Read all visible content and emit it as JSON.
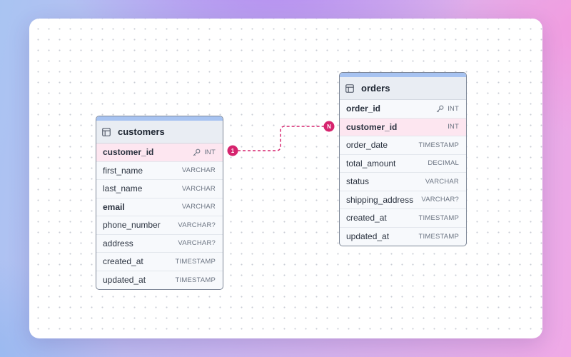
{
  "tables": {
    "customers": {
      "title": "customers",
      "columns": [
        {
          "name": "customer_id",
          "type": "INT",
          "key": true,
          "bold": true,
          "highlight": true
        },
        {
          "name": "first_name",
          "type": "VARCHAR"
        },
        {
          "name": "last_name",
          "type": "VARCHAR"
        },
        {
          "name": "email",
          "type": "VARCHAR",
          "bold": true
        },
        {
          "name": "phone_number",
          "type": "VARCHAR?"
        },
        {
          "name": "address",
          "type": "VARCHAR?"
        },
        {
          "name": "created_at",
          "type": "TIMESTAMP"
        },
        {
          "name": "updated_at",
          "type": "TIMESTAMP"
        }
      ]
    },
    "orders": {
      "title": "orders",
      "columns": [
        {
          "name": "order_id",
          "type": "INT",
          "key": true,
          "bold": true
        },
        {
          "name": "customer_id",
          "type": "INT",
          "bold": true,
          "highlight": true
        },
        {
          "name": "order_date",
          "type": "TIMESTAMP"
        },
        {
          "name": "total_amount",
          "type": "DECIMAL"
        },
        {
          "name": "status",
          "type": "VARCHAR"
        },
        {
          "name": "shipping_address",
          "type": "VARCHAR?"
        },
        {
          "name": "created_at",
          "type": "TIMESTAMP"
        },
        {
          "name": "updated_at",
          "type": "TIMESTAMP"
        }
      ]
    }
  },
  "relation": {
    "from_cardinality": "1",
    "to_cardinality": "N"
  },
  "colors": {
    "accent_pink": "#d6246e",
    "header_bar": "#a7c3f1",
    "highlight_row": "#fde6f0"
  }
}
